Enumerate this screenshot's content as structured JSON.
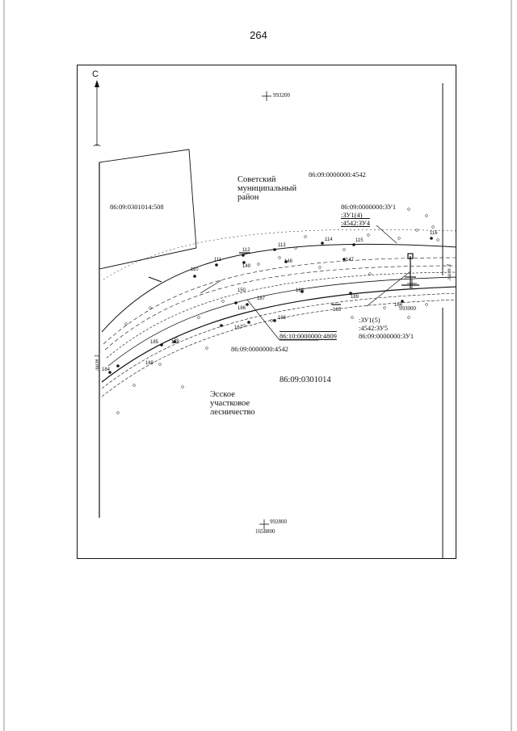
{
  "page": {
    "number": "264"
  },
  "map": {
    "north_label": "С",
    "grid_marks": [
      {
        "label": "993200"
      },
      {
        "label": "992800"
      },
      {
        "label": "1658800"
      },
      {
        "label": "993000"
      }
    ],
    "parcels": {
      "upper_left": "86:09:0301014:508",
      "upper_right": "86:09:0000000:4542",
      "forest_line": "86:09:0000000:4542",
      "road": "86:10:0000000:4809",
      "quarter": "86:09:0301014"
    },
    "district": {
      "line1": "Советский",
      "line2": "муниципальный",
      "line3": "район"
    },
    "forestry": {
      "line1": "Эсское",
      "line2": "участковое",
      "line3": "лесничество"
    },
    "zu_block_top": {
      "line1": "86:09:0000000:ЗУ1",
      "line2": ":ЗУ1(4)",
      "line3": ":4542:ЗУ4"
    },
    "zu_block_bottom": {
      "line1": ":ЗУ1(5)",
      "line2": ":4542:ЗУ5",
      "line3": "86:09:0000000:ЗУ1"
    },
    "sheet_left": "лист 1",
    "sheet_right": "лист 3",
    "points": [
      "110",
      "111",
      "112",
      "113",
      "114",
      "115",
      "116",
      "147",
      "148",
      "149",
      "150",
      "164",
      "165",
      "166",
      "167",
      "168",
      "169",
      "184",
      "185",
      "186",
      "187",
      "188",
      "189"
    ]
  }
}
